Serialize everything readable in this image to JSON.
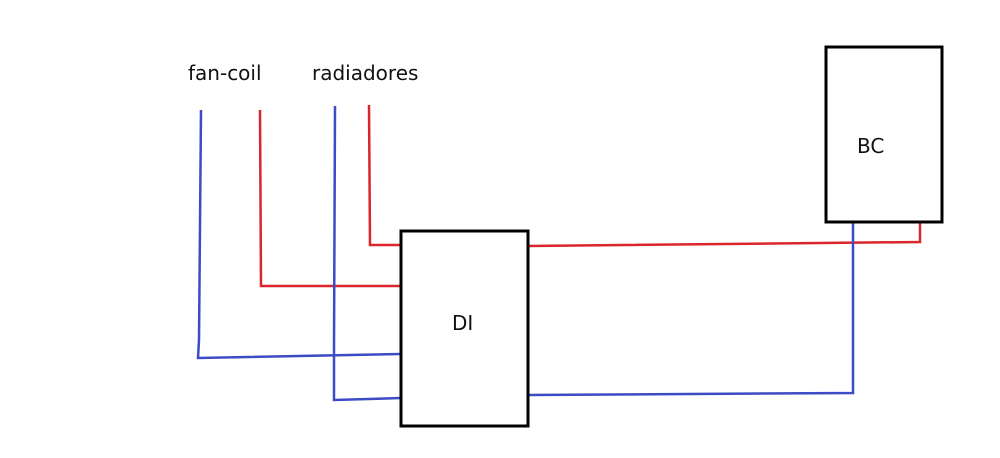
{
  "labels": {
    "fan_coil": "fan-coil",
    "radiadores": "radiadores",
    "di": "DI",
    "bc": "BC"
  },
  "colors": {
    "supply": "#d9252b",
    "return": "#3c4bc6",
    "box_stroke": "#000000",
    "text": "#111111"
  }
}
